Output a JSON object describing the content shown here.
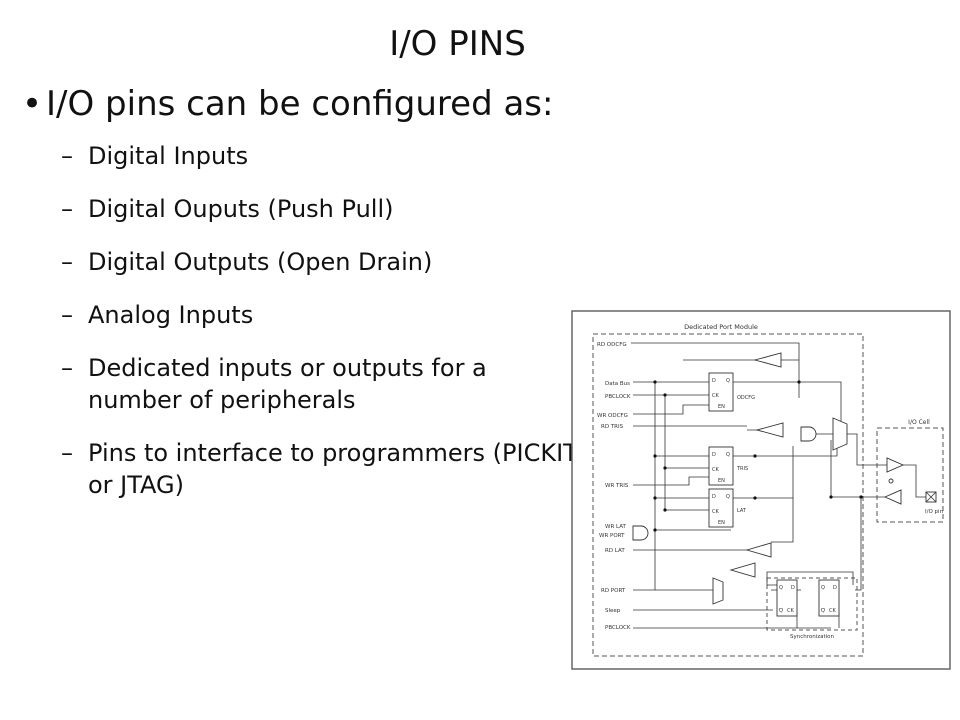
{
  "slide": {
    "title": "I/O PINS",
    "bullet_marker": "•",
    "dash_marker": "–",
    "bullet": "I/O pins can be configured as:",
    "sub_bullets": [
      "Digital Inputs",
      "Digital Ouputs (Push Pull)",
      "Digital Outputs (Open Drain)",
      "Analog Inputs",
      "Dedicated inputs or outputs for a number of peripherals",
      "Pins to interface to programmers (PICKIT or JTAG)"
    ]
  },
  "diagram": {
    "module_label": "Dedicated Port Module",
    "io_cell_label": "I/O Cell",
    "io_pin_label": "I/O pin",
    "sync_label": "Synchronization",
    "signals": {
      "rd_odcfg": "RD ODCFG",
      "data_bus": "Data Bus",
      "pbclock": "PBCLOCK",
      "wr_odcfg": "WR ODCFG",
      "rd_tris": "RD TRIS",
      "wr_tris": "WR TRIS",
      "wr_lat": "WR LAT",
      "wr_port": "WR PORT",
      "rd_lat": "RD LAT",
      "rd_port": "RD PORT",
      "sleep": "Sleep",
      "pbclock2": "PBCLOCK"
    },
    "register_labels": {
      "odcfg": "ODCFG",
      "tris": "TRIS",
      "lat": "LAT"
    },
    "ff_pins": {
      "d": "D",
      "q": "Q",
      "ck": "CK",
      "en": "EN",
      "qbar": "Q"
    }
  }
}
